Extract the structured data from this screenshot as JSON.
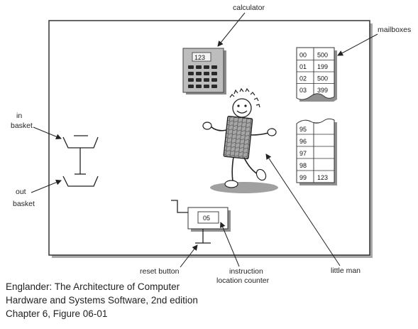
{
  "labels": {
    "calculator": "calculator",
    "mailboxes": "mailboxes",
    "in_basket": [
      "in",
      "basket"
    ],
    "out_basket": [
      "out",
      "basket"
    ],
    "reset_button": "reset button",
    "instruction_counter": [
      "instruction",
      "location counter"
    ],
    "little_man": "little man"
  },
  "calculator": {
    "display": "123"
  },
  "counter": {
    "display": "05"
  },
  "mailboxes_top": [
    {
      "addr": "00",
      "value": "500"
    },
    {
      "addr": "01",
      "value": "199"
    },
    {
      "addr": "02",
      "value": "500"
    },
    {
      "addr": "03",
      "value": "399"
    }
  ],
  "mailboxes_bottom": [
    {
      "addr": "95",
      "value": ""
    },
    {
      "addr": "96",
      "value": ""
    },
    {
      "addr": "97",
      "value": ""
    },
    {
      "addr": "98",
      "value": ""
    },
    {
      "addr": "99",
      "value": "123"
    }
  ],
  "caption": [
    "Englander: The Architecture of Computer",
    "Hardware and Systems Software, 2nd edition",
    "Chapter 6, Figure 06-01"
  ],
  "colors": {
    "frame_border": "#333333",
    "frame_shadow": "#9a9a9a",
    "calculator_body": "#b8b8b8",
    "keys": "#2a2a2a",
    "robot_body": "#9c9c9c",
    "shadow": "#9e9e9e"
  }
}
